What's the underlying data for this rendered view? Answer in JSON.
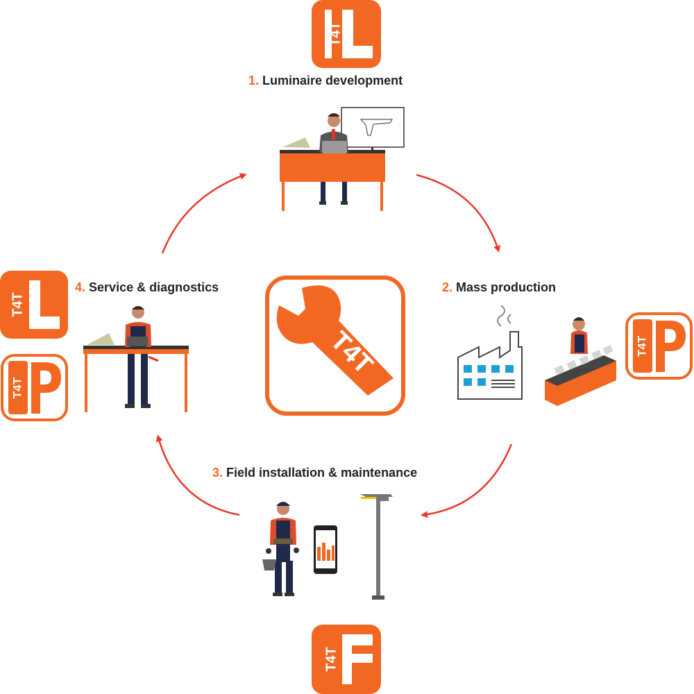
{
  "colors": {
    "brand_orange": "#f26722",
    "arrow_red": "#e8392b",
    "text_dark": "#222222",
    "navy": "#1f2a4a",
    "grey": "#6b6b6b"
  },
  "center_logo": {
    "text": "T4T",
    "icon": "wrench-icon"
  },
  "badges": {
    "top": {
      "text": "T4T",
      "letter": "L"
    },
    "left_upper": {
      "text": "T4T",
      "letter": "L"
    },
    "left_lower": {
      "text": "T4T",
      "letter": "P"
    },
    "right": {
      "text": "T4T",
      "letter": "P"
    },
    "bottom": {
      "text": "T4T",
      "letter": "F"
    }
  },
  "steps": [
    {
      "number": "1.",
      "label": "Luminaire development"
    },
    {
      "number": "2.",
      "label": "Mass production"
    },
    {
      "number": "3.",
      "label": "Field installation & maintenance"
    },
    {
      "number": "4.",
      "label": "Service & diagnostics"
    }
  ]
}
